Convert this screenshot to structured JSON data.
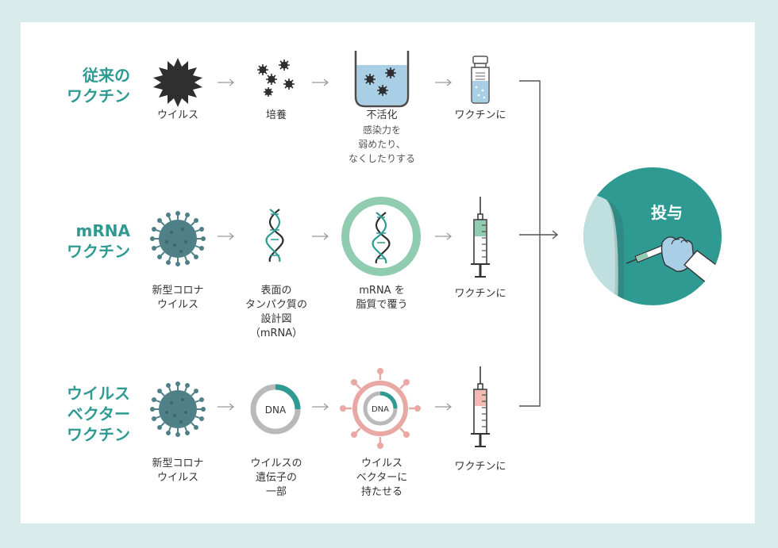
{
  "rows": [
    {
      "label_lines": [
        "従来の",
        "ワクチン"
      ],
      "steps": [
        {
          "lines": [
            "ウイルス"
          ]
        },
        {
          "lines": [
            "培養"
          ]
        },
        {
          "lines": [
            "不活化"
          ],
          "sub_lines": [
            "感染力を",
            "弱めたり、",
            "なくしたりする"
          ]
        },
        {
          "lines": [
            "ワクチンに"
          ]
        }
      ]
    },
    {
      "label_lines": [
        "mRNA",
        "ワクチン"
      ],
      "steps": [
        {
          "lines": [
            "新型コロナ",
            "ウイルス"
          ]
        },
        {
          "lines": [
            "表面の",
            "タンパク質の",
            "設計図",
            "（mRNA）"
          ]
        },
        {
          "lines": [
            "mRNA を",
            "脂質で覆う"
          ]
        },
        {
          "lines": [
            "ワクチンに"
          ]
        }
      ]
    },
    {
      "label_lines": [
        "ウイルス",
        "ベクター",
        "ワクチン"
      ],
      "steps": [
        {
          "lines": [
            "新型コロナ",
            "ウイルス"
          ]
        },
        {
          "lines": [
            "ウイルスの",
            "遺伝子の",
            "一部"
          ]
        },
        {
          "lines": [
            "ウイルス",
            "ベクターに",
            "持たせる"
          ]
        },
        {
          "lines": [
            "ワクチンに"
          ]
        }
      ]
    }
  ],
  "dna_label": "DNA",
  "result_label": "投与",
  "colors": {
    "teal": "#2e9a92",
    "dark_teal": "#4f8088",
    "mint": "#8fccb0",
    "pink": "#e8a8a3",
    "gray": "#b9b9b9",
    "dark": "#2f2f2f"
  }
}
